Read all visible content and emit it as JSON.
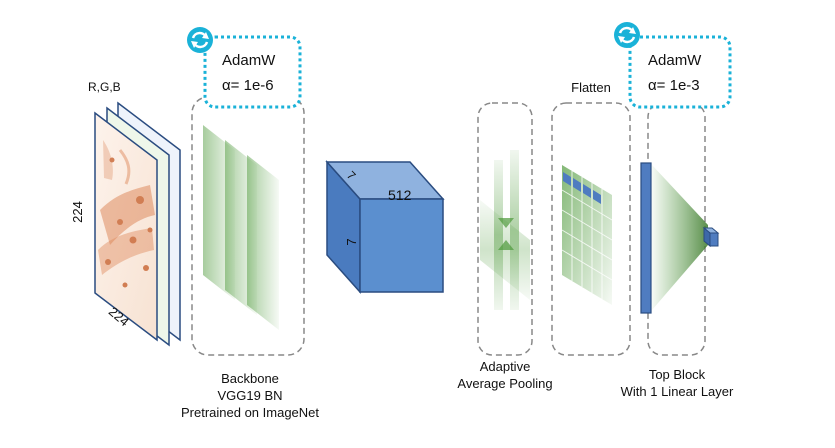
{
  "input": {
    "channels_label": "R,G,B",
    "height_label": "224",
    "width_label": "224"
  },
  "optimizers": {
    "backbone": {
      "name": "AdamW",
      "lr": "α= 1e-6"
    },
    "top": {
      "name": "AdamW",
      "lr": "α= 1e-3"
    }
  },
  "feature_cube": {
    "depth_label": "7",
    "height_label": "7",
    "channels_label": "512"
  },
  "captions": {
    "backbone": [
      "Backbone",
      "VGG19 BN",
      "Pretrained on ImageNet"
    ],
    "pooling": [
      "Adaptive",
      "Average Pooling"
    ],
    "flatten": "Flatten",
    "top_block": [
      "Top Block",
      "With 1 Linear Layer"
    ]
  },
  "icons": {
    "refresh": "refresh-icon"
  },
  "colors": {
    "optimizer_border": "#1ab2d8",
    "cube_fill": "#5b8fcf",
    "cube_stroke": "#2a4c80",
    "dashed_box": "#888888",
    "green": "#4f9a3c",
    "tissue": "#d56b34",
    "layer_blue": "#4f7cc0"
  }
}
